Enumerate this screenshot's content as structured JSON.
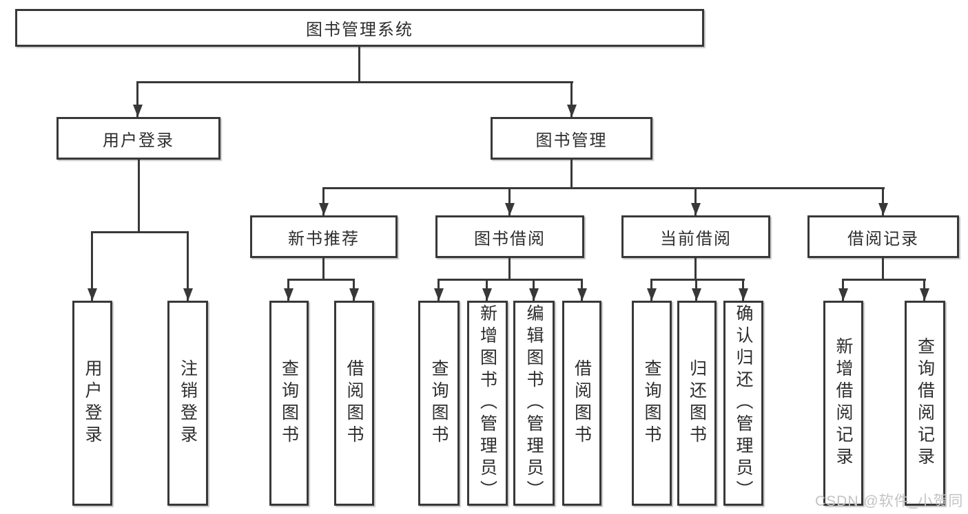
{
  "diagram": {
    "title": "图书管理系统",
    "level2": {
      "user_login": "用户登录",
      "book_mgmt": "图书管理"
    },
    "level3": {
      "new_books": "新书推荐",
      "borrowing": "图书借阅",
      "current": "当前借阅",
      "records": "借阅记录"
    },
    "leaves": {
      "user_login": [
        "用户登录",
        "注销登录"
      ],
      "new_books": [
        "查询图书",
        "借阅图书"
      ],
      "borrowing": [
        "查询图书",
        "新增图书（管理员）",
        "编辑图书（管理员）",
        "借阅图书"
      ],
      "current": [
        "查询图书",
        "归还图书",
        "确认归还（管理员）"
      ],
      "records": [
        "新增借阅记录",
        "查询借阅记录"
      ]
    }
  },
  "watermark": "CSDN @软件_小贺同学",
  "colors": {
    "line": "#383838",
    "text": "#2d2d2d",
    "watermark": "#c3c3c3",
    "background": "#ffffff"
  }
}
